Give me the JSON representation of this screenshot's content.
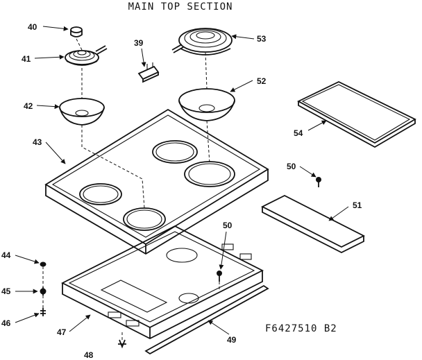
{
  "title": "MAIN TOP SECTION",
  "drawing_code": "F6427510  B2",
  "callouts": {
    "p40": "40",
    "p41": "41",
    "p42": "42",
    "p43": "43",
    "p39": "39",
    "p53": "53",
    "p52": "52",
    "p54": "54",
    "p50a": "50",
    "p51": "51",
    "p50b": "50",
    "p44": "44",
    "p45": "45",
    "p46": "46",
    "p47": "47",
    "p48": "48",
    "p49": "49"
  }
}
